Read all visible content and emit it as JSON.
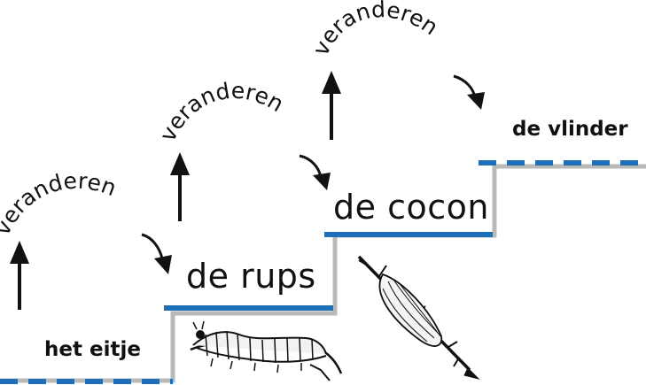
{
  "stages": [
    {
      "id": "egg",
      "label": "het eitje"
    },
    {
      "id": "caterpillar",
      "label": "de rups"
    },
    {
      "id": "cocoon",
      "label": "de cocon"
    },
    {
      "id": "butterfly",
      "label": "de vlinder"
    }
  ],
  "transition_label": "veranderen",
  "colors": {
    "step_blue": "#1d6fb8",
    "step_gray": "#b9b9b9",
    "arrow": "#111111",
    "text": "#111111"
  },
  "icons": [
    "caterpillar-illustration",
    "cocoon-branch-illustration"
  ]
}
